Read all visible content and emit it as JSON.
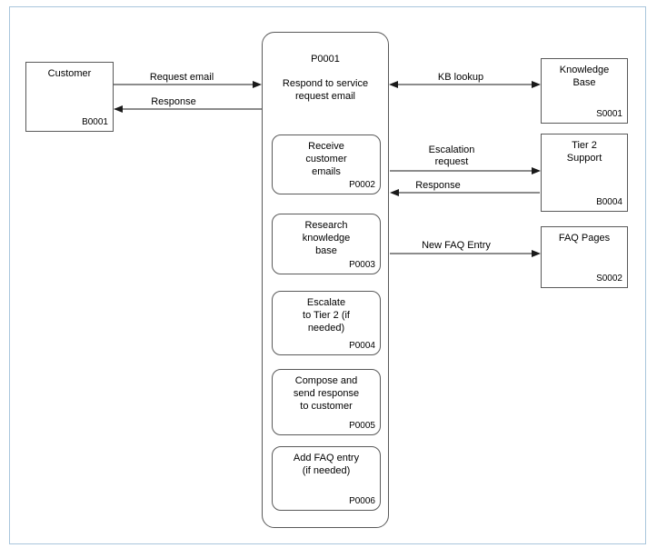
{
  "colors": {
    "frame_border": "#a9c6dc",
    "node_border": "#595959",
    "connector": "#1a1a1a"
  },
  "diagram": {
    "process": {
      "id": "P0001",
      "title": "Respond to service\nrequest email"
    },
    "nodes": {
      "customer": {
        "title": "Customer",
        "id": "B0001"
      },
      "knowledge_base": {
        "title": "Knowledge\nBase",
        "id": "S0001"
      },
      "tier2_support": {
        "title": "Tier 2\nSupport",
        "id": "B0004"
      },
      "faq_pages": {
        "title": "FAQ Pages",
        "id": "S0002"
      }
    },
    "steps": [
      {
        "title": "Receive\ncustomer\nemails",
        "id": "P0002"
      },
      {
        "title": "Research\nknowledge\nbase",
        "id": "P0003"
      },
      {
        "title": "Escalate\nto Tier 2 (if\nneeded)",
        "id": "P0004"
      },
      {
        "title": "Compose and\nsend response\nto customer",
        "id": "P0005"
      },
      {
        "title": "Add FAQ entry\n(if needed)",
        "id": "P0006"
      }
    ],
    "edges": {
      "request_email": "Request email",
      "response_to_customer": "Response",
      "kb_lookup": "KB lookup",
      "escalation_request": "Escalation\nrequest",
      "tier2_response": "Response",
      "new_faq_entry": "New FAQ Entry"
    }
  }
}
